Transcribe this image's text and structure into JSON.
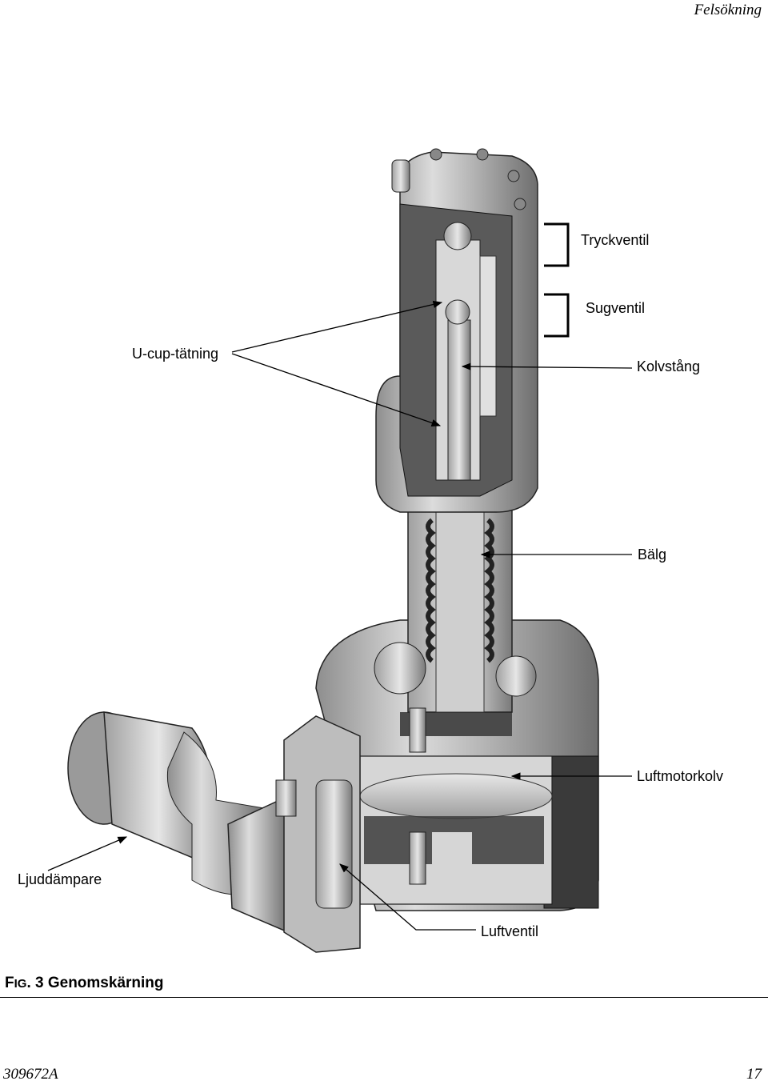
{
  "header": {
    "section": "Felsökning"
  },
  "figure": {
    "labels": {
      "tryckventil": "Tryckventil",
      "sugventil": "Sugventil",
      "ucup": "U-cup-tätning",
      "kolvstang": "Kolvstång",
      "balg": "Bälg",
      "luftmotorkolv": "Luftmotorkolv",
      "ljuddampare": "Ljuddämpare",
      "luftventil": "Luftventil"
    },
    "caption_prefix_f": "F",
    "caption_prefix_ig": "IG",
    "caption_text": ". 3 Genomskärning"
  },
  "footer": {
    "doc_number": "309672A",
    "page_number": "17"
  }
}
